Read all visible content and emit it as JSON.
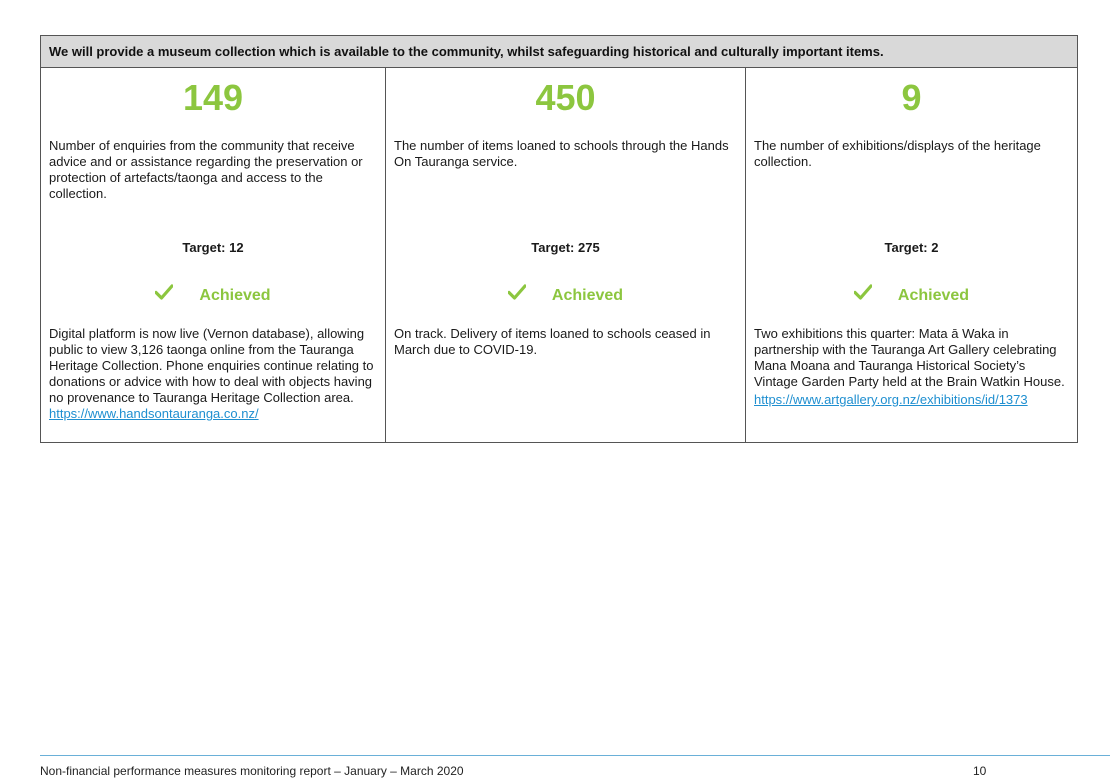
{
  "colors": {
    "accent_green": "#8cc63f",
    "link_blue": "#1f8fd0",
    "header_bg": "#d9d9d9"
  },
  "table": {
    "header": "We will provide a museum collection which is available to the community, whilst safeguarding historical and culturally important items.",
    "measures": [
      {
        "value": "149",
        "description": "Number of enquiries from the community that receive advice and or assistance regarding the preservation or protection of artefacts/taonga and access to the collection.",
        "target": "Target: 12",
        "status_icon": "check-icon",
        "status": "Achieved",
        "comment": "Digital platform is now live (Vernon database), allowing public to view 3,126 taonga online from the Tauranga Heritage Collection. Phone enquiries continue relating to donations or advice with how to deal with objects having no provenance to Tauranga Heritage Collection area.",
        "link": "https://www.handsontauranga.co.nz/"
      },
      {
        "value": "450",
        "description": "The number of items loaned to schools through the Hands On Tauranga service.",
        "target": "Target: 275",
        "status_icon": "check-icon",
        "status": "Achieved",
        "comment": "On track. Delivery of items loaned to schools ceased in March due to COVID-19.",
        "link": ""
      },
      {
        "value": "9",
        "description": "The number of exhibitions/displays of the heritage collection.",
        "target": "Target: 2",
        "status_icon": "check-icon",
        "status": "Achieved",
        "comment": "Two exhibitions this quarter: Mata ā Waka in partnership with the Tauranga Art Gallery celebrating Mana Moana and Tauranga Historical Society’s Vintage Garden Party held at the Brain Watkin House.",
        "link": "https://www.artgallery.org.nz/exhibitions/id/1373"
      }
    ]
  },
  "footer": {
    "report_title": "Non-financial performance measures monitoring report – January – March 2020",
    "page_number": "10"
  }
}
